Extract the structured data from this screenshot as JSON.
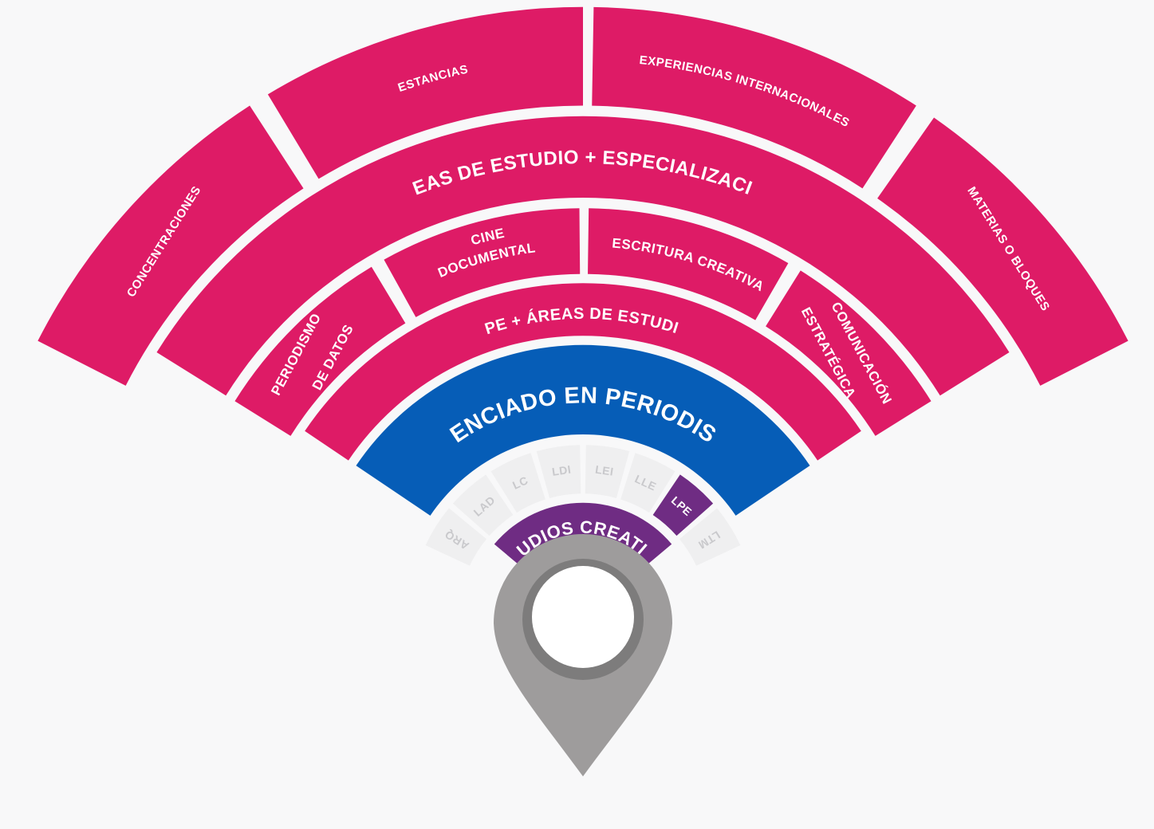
{
  "colors": {
    "background": "#f8f8f9",
    "pink": "#de1b66",
    "blue": "#065db7",
    "purple": "#6f2c83",
    "faded": "#efeff0",
    "faded_text": "#c9c9cc",
    "pin": "#9e9c9c",
    "pin_ring": "#7d7c7c",
    "white": "#ffffff"
  },
  "diagram": {
    "center_label": "ESTUDIOS CREATIVOS",
    "programs": [
      {
        "label": "ARQ",
        "active": false
      },
      {
        "label": "LAD",
        "active": false
      },
      {
        "label": "LC",
        "active": false
      },
      {
        "label": "LDI",
        "active": false
      },
      {
        "label": "LEI",
        "active": false
      },
      {
        "label": "LLE",
        "active": false
      },
      {
        "label": "LPE",
        "active": true
      },
      {
        "label": "LTM",
        "active": false
      }
    ],
    "main_label": "LICENCIADO EN PERIODISMO",
    "lpe_areas": {
      "title": "LPE + ÁREAS DE ESTUDIO",
      "left": [
        "PERIODISMO",
        "DE DATOS"
      ],
      "right": [
        "COMUNICACIÓN",
        "ESTRATÉGICA"
      ]
    },
    "areas_row": {
      "cine": [
        "CINE",
        "DOCUMENTAL"
      ],
      "escritura": "ESCRITURA CREATIVA"
    },
    "specialization": {
      "title": "ÁREAS DE ESTUDIO + ESPECIALIZACIÓN"
    },
    "outer": {
      "concentraciones": "CONCENTRACIONES",
      "estancias": "ESTANCIAS",
      "experiencias": "EXPERIENCIAS INTERNACIONALES",
      "materias": "MATERIAS O BLOQUES"
    }
  }
}
